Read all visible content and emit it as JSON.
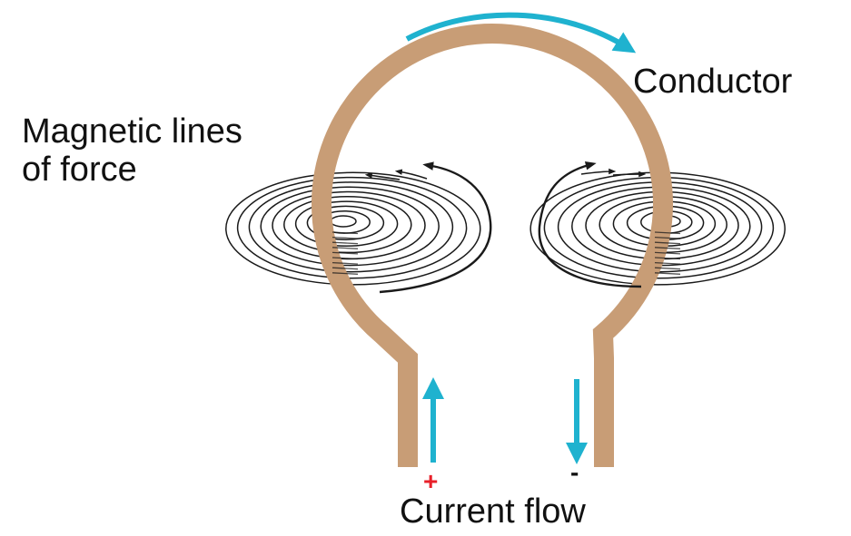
{
  "labels": {
    "conductor": "Conductor",
    "magnetic_line1": "Magnetic lines",
    "magnetic_line2": "of force",
    "current_flow": "Current flow",
    "plus": "+",
    "minus": "-"
  },
  "colors": {
    "conductor": "#C89D76",
    "current_arrow": "#1FB2CF",
    "field_lines": "#1a1a1a",
    "plus": "#E8202A",
    "text": "#111111"
  }
}
